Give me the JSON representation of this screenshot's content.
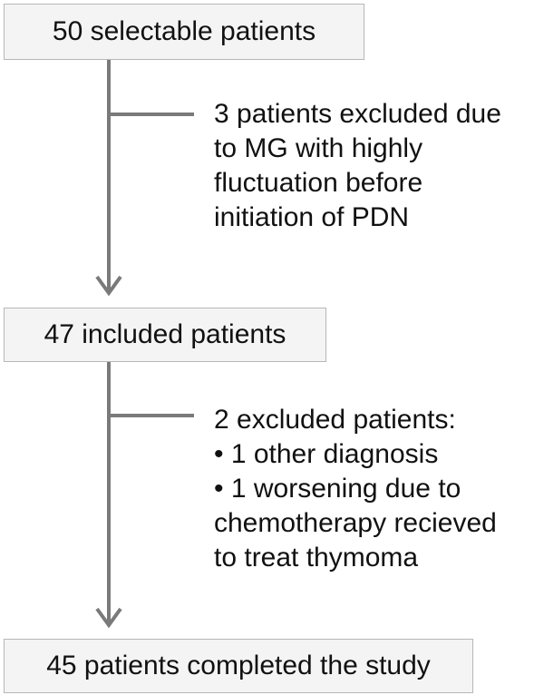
{
  "flowchart": {
    "steps": [
      {
        "label": "50 selectable patients"
      },
      {
        "label": "47 included patients"
      },
      {
        "label": "45 patients completed the study"
      }
    ],
    "exclusions": [
      {
        "lines": [
          "3 patients excluded due",
          "to MG with highly",
          "fluctuation before",
          "initiation of PDN"
        ]
      },
      {
        "lines": [
          "2 excluded patients:",
          "• 1 other diagnosis",
          "• 1 worsening due to",
          "chemotherapy recieved",
          "to treat thymoma"
        ]
      }
    ],
    "colors": {
      "connector": "#7a7a7a",
      "box_fill": "#f4f4f4",
      "box_border": "#b7b7b7",
      "text": "#111111"
    }
  }
}
